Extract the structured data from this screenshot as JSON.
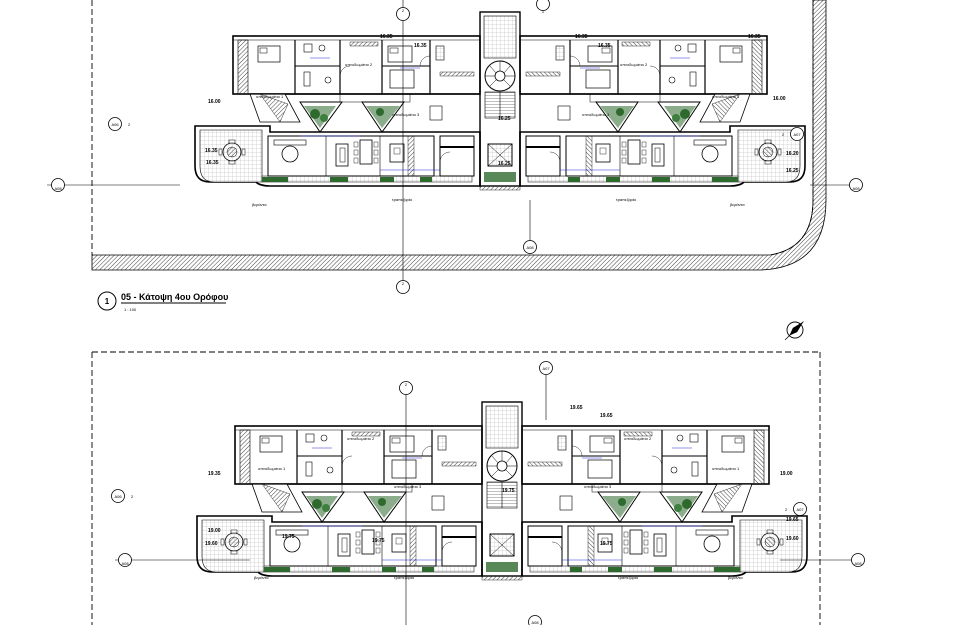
{
  "drawing": {
    "title_number": "1",
    "title": "05 - Κάτοψη 4ου Ορόφου",
    "scale": "1 : 100"
  },
  "section_tags": {
    "a06": "A06",
    "a07": "A07",
    "a08": "A08",
    "a08_left": "A08",
    "a08_right": "A08",
    "sec1": "1",
    "sec2": "2",
    "two": "2"
  },
  "plan_top": {
    "levels": {
      "l1": "16.35",
      "l2": "16.35",
      "l3": "16.35",
      "l4": "16.35",
      "l5": "16.35",
      "l6": "16.00",
      "l7": "16.00",
      "l8": "16.35",
      "l9": "16.20",
      "l10": "16.25",
      "l11": "16.25",
      "l12": "16.35",
      "l13": "16.25"
    },
    "rooms": {
      "bedroom2_l": "υπνοδωμάτιο 2",
      "bedroom2_r": "υπνοδωμάτιο 2",
      "bedroom1_l": "υπνοδωμάτιο 1",
      "bedroom1_r": "υπνοδωμάτιο 1",
      "bedroom3_l": "υπνοδωμάτιο 3",
      "bedroom3_r": "υπνοδωμάτιο 3",
      "veranda_l": "βεράντα",
      "veranda_r": "βεράντα",
      "dining_l": "τραπεζαρία",
      "dining_r": "τραπεζαρία"
    }
  },
  "plan_bottom": {
    "levels": {
      "l1": "19.65",
      "l2": "19.65",
      "l3": "19.35",
      "l4": "19.00",
      "l5": "19.00",
      "l6": "19.65",
      "l7": "19.60",
      "l8": "19.60",
      "l9": "19.75",
      "l10": "19.75",
      "l11": "19.75",
      "l12": "19.75"
    },
    "rooms": {
      "bedroom2_l": "υπνοδωμάτιο 2",
      "bedroom2_r": "υπνοδωμάτιο 2",
      "bedroom1_l": "υπνοδωμάτιο 1",
      "bedroom1_r": "υπνοδωμάτιο 1",
      "bedroom3_l": "υπνοδωμάτιο 3",
      "bedroom3_r": "υπνοδωμάτιο 3",
      "veranda_l": "βεράντα",
      "veranda_r": "βεράντα",
      "dining_l": "τραπεζαρία",
      "dining_r": "τραπεζαρία"
    }
  },
  "colors": {
    "line": "#000000",
    "hatch": "#555555",
    "greenery": "#2e6a2e",
    "tile": "#bbbbbb",
    "annotation": "#2b2bd8"
  }
}
